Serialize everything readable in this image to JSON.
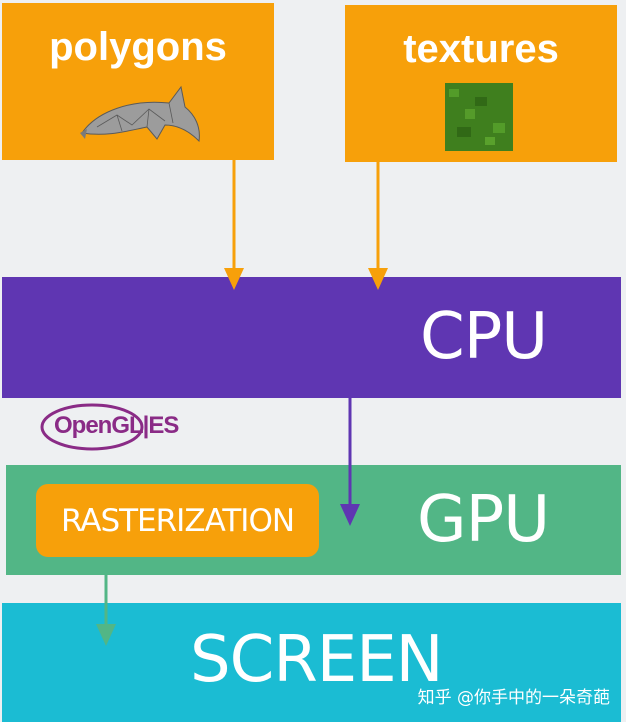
{
  "inputs": {
    "polygons": {
      "title": "polygons",
      "icon": "dolphin-mesh-icon"
    },
    "textures": {
      "title": "textures",
      "icon": "grass-texture-icon"
    }
  },
  "stages": {
    "cpu": "CPU",
    "gpu": "GPU",
    "rasterization": "RASTERIZATION",
    "screen": "SCREEN"
  },
  "api_logo": "OpenGL|ES",
  "watermark": "知乎 @你手中的一朵奇葩",
  "colors": {
    "input_box": "#f7a00a",
    "cpu": "#5f36b2",
    "gpu": "#52b686",
    "screen": "#1bbcd3",
    "arrow_input": "#f7a00a",
    "arrow_cpu": "#5f36b2",
    "arrow_gpu": "#52b686"
  }
}
